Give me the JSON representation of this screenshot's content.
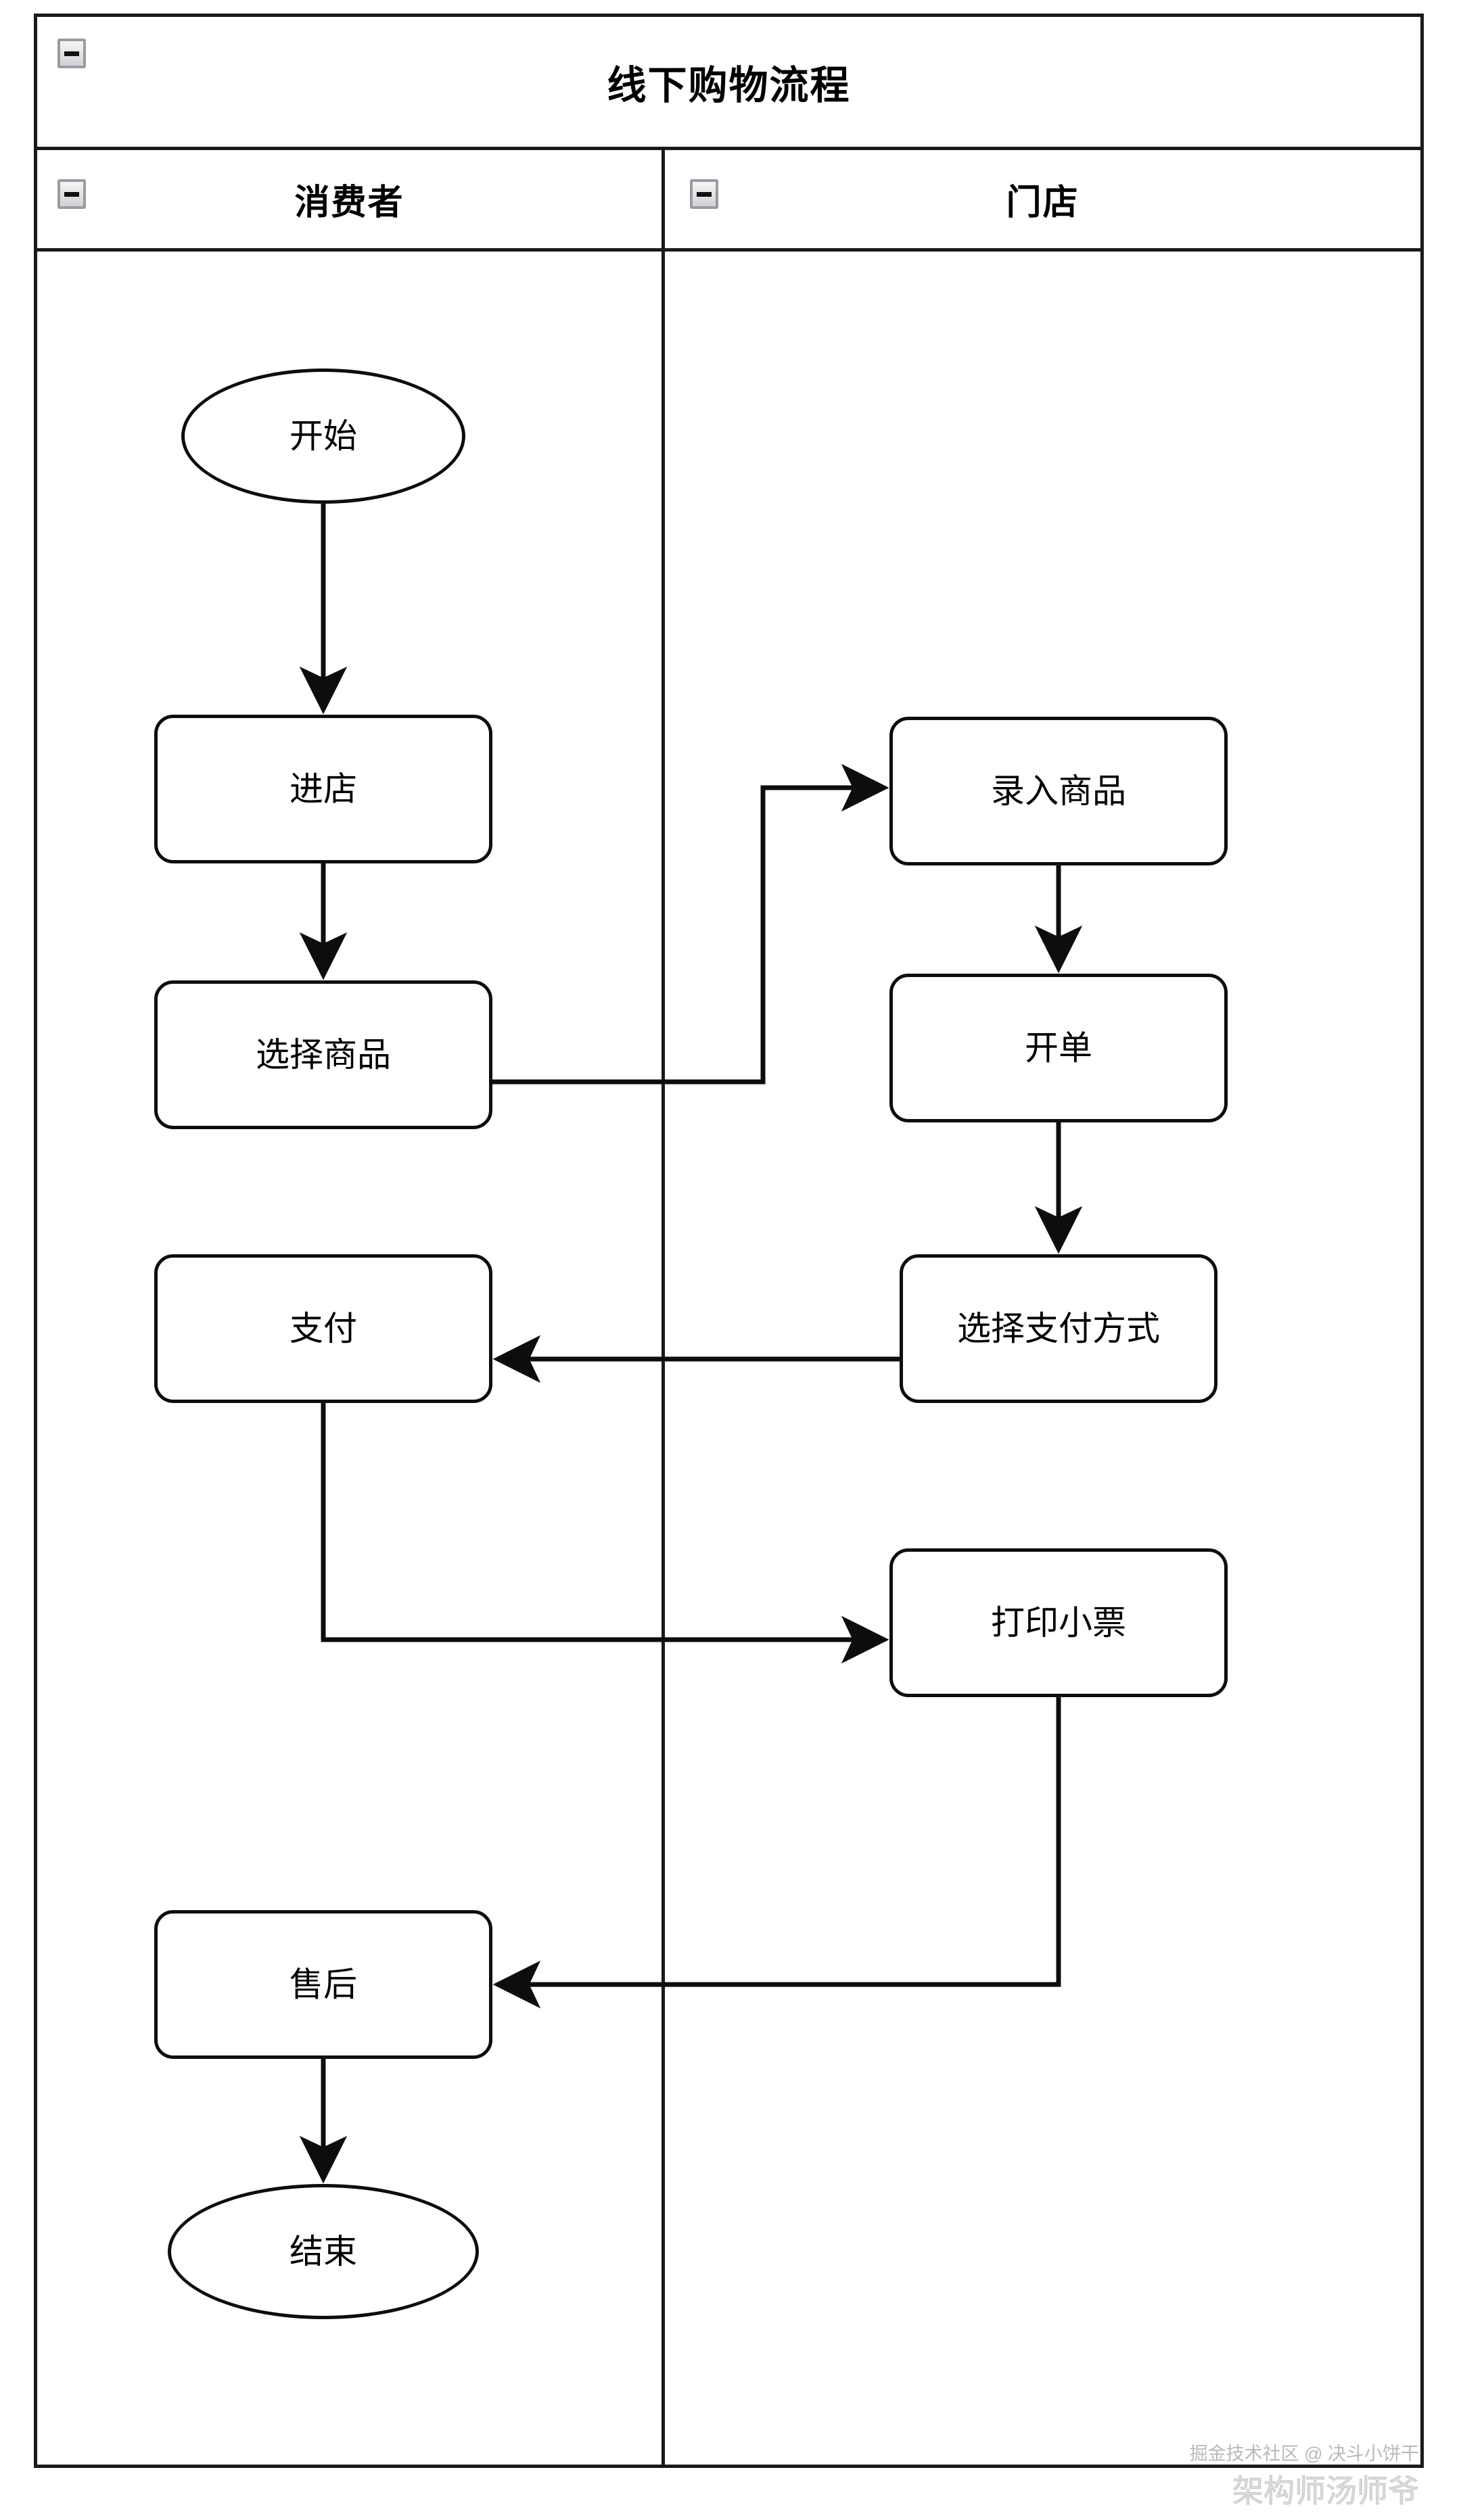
{
  "diagram": {
    "title": "线下购物流程",
    "type": "swimlane-flowchart",
    "lanes": [
      {
        "id": "consumer",
        "label": "消费者",
        "collapse_icon": "minus-square-icon"
      },
      {
        "id": "store",
        "label": "门店",
        "collapse_icon": "minus-square-icon"
      }
    ],
    "title_collapse_icon": "minus-square-icon",
    "nodes": [
      {
        "id": "start",
        "label": "开始",
        "shape": "terminator",
        "lane": "consumer"
      },
      {
        "id": "enter_store",
        "label": "进店",
        "shape": "process",
        "lane": "consumer"
      },
      {
        "id": "pick_goods",
        "label": "选择商品",
        "shape": "process",
        "lane": "consumer"
      },
      {
        "id": "pay",
        "label": "支付",
        "shape": "process",
        "lane": "consumer"
      },
      {
        "id": "after_sales",
        "label": "售后",
        "shape": "process",
        "lane": "consumer"
      },
      {
        "id": "end",
        "label": "结束",
        "shape": "terminator",
        "lane": "consumer"
      },
      {
        "id": "scan_goods",
        "label": "录入商品",
        "shape": "process",
        "lane": "store"
      },
      {
        "id": "make_bill",
        "label": "开单",
        "shape": "process",
        "lane": "store"
      },
      {
        "id": "pick_payment",
        "label": "选择支付方式",
        "shape": "process",
        "lane": "store"
      },
      {
        "id": "print_receipt",
        "label": "打印小票",
        "shape": "process",
        "lane": "store"
      }
    ],
    "edges": [
      {
        "from": "start",
        "to": "enter_store"
      },
      {
        "from": "enter_store",
        "to": "pick_goods"
      },
      {
        "from": "pick_goods",
        "to": "scan_goods"
      },
      {
        "from": "scan_goods",
        "to": "make_bill"
      },
      {
        "from": "make_bill",
        "to": "pick_payment"
      },
      {
        "from": "pick_payment",
        "to": "pay"
      },
      {
        "from": "pay",
        "to": "print_receipt"
      },
      {
        "from": "print_receipt",
        "to": "after_sales"
      },
      {
        "from": "after_sales",
        "to": "end"
      }
    ],
    "colors": {
      "stroke": "#0d0d0d",
      "fill": "#ffffff",
      "frame": "#1a1a1a"
    }
  },
  "watermarks": {
    "community": "掘金技术社区 @ 决斗小饼干",
    "author": "架构师汤师爷"
  }
}
